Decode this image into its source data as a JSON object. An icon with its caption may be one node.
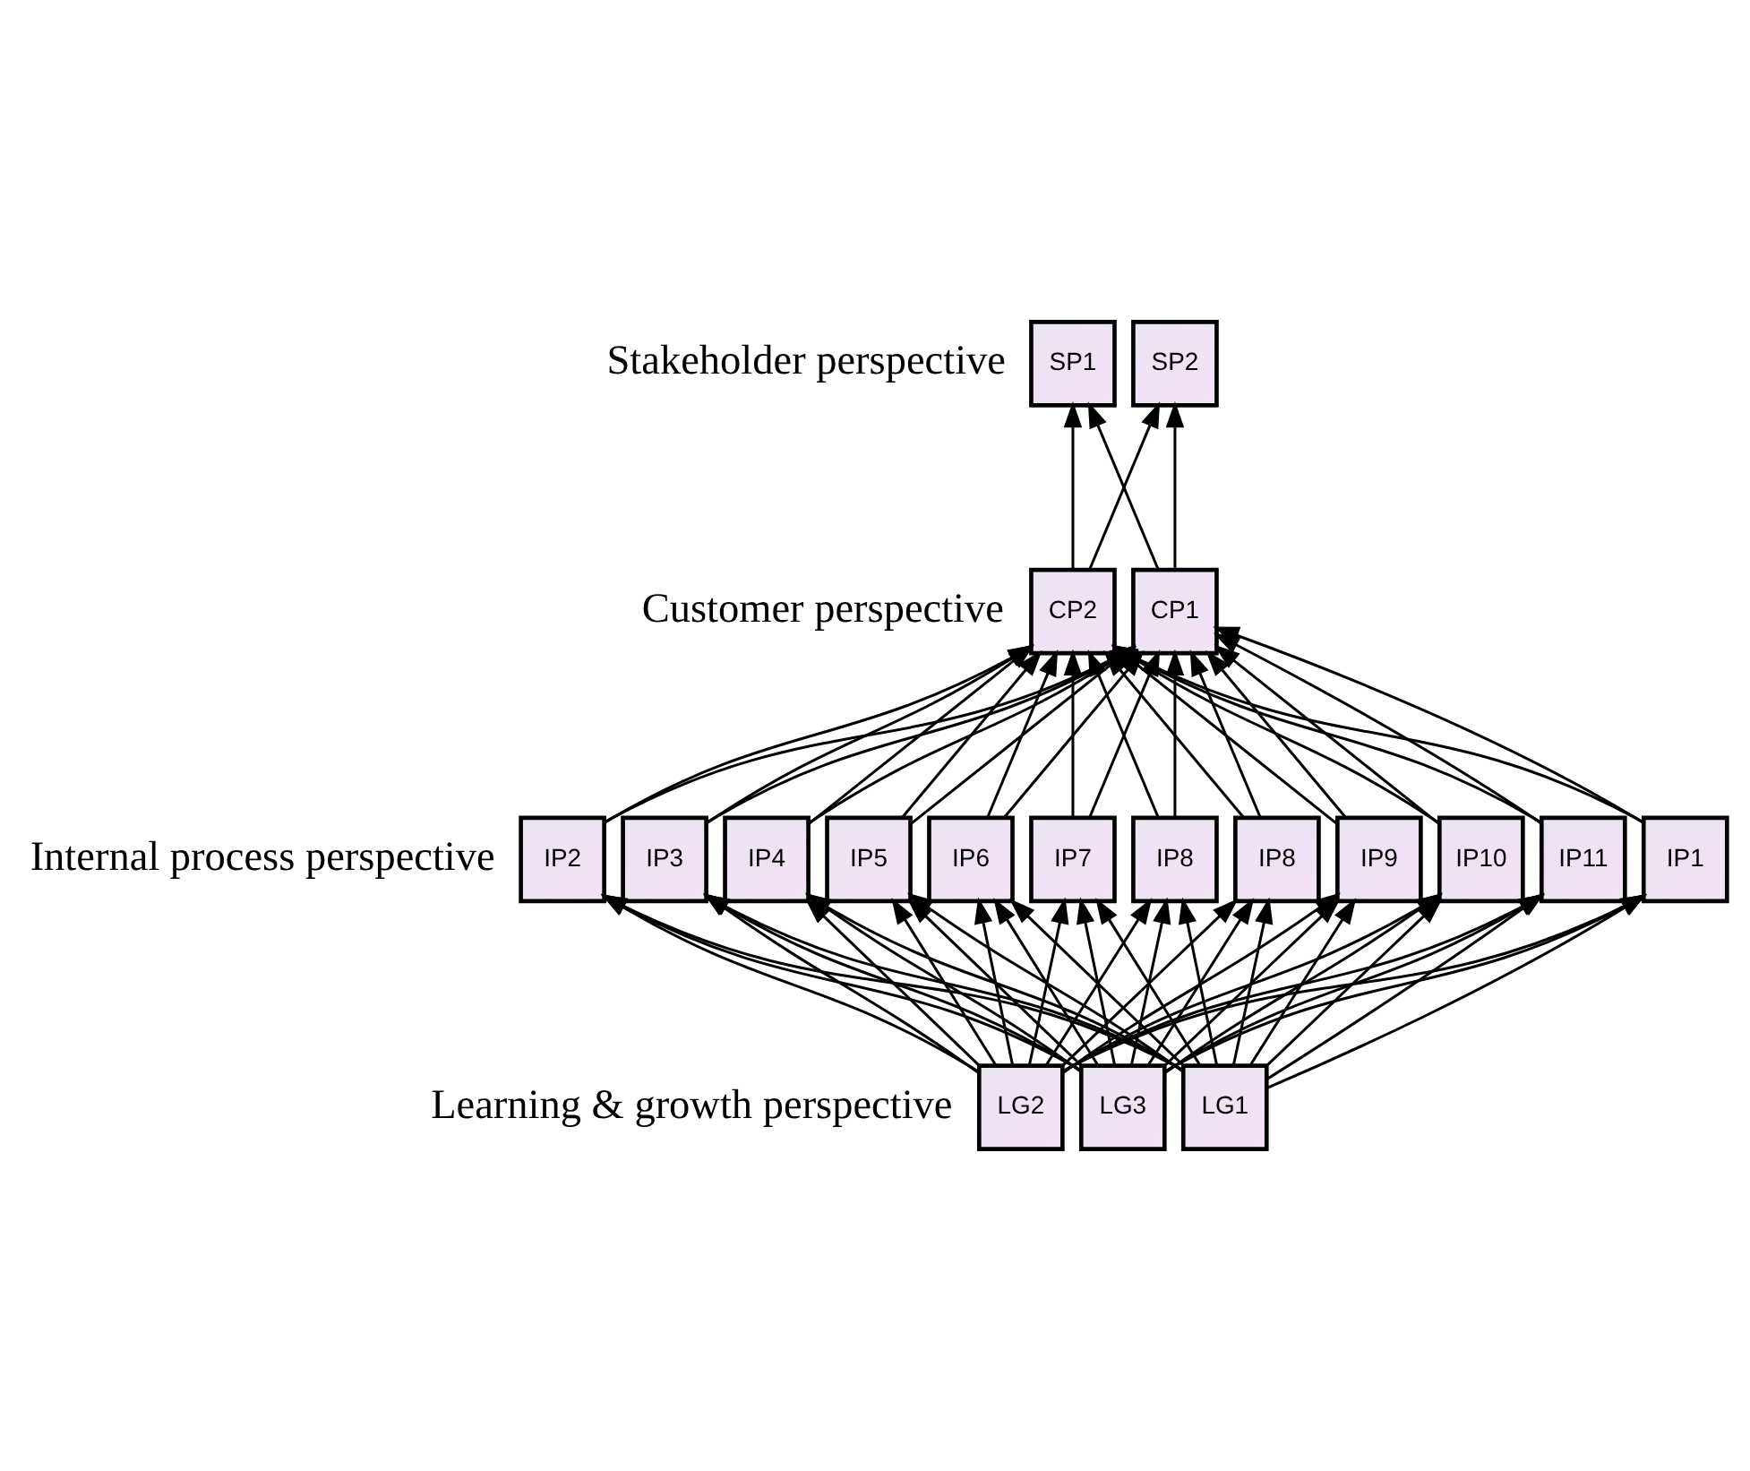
{
  "diagram": {
    "nodes": [
      {
        "text": [
          "SP1"
        ]
      },
      {
        "text": [
          "SP2"
        ]
      },
      {
        "text": [
          "CP1"
        ]
      },
      {
        "text": [
          "CP2"
        ]
      },
      {
        "text": [
          "IP1"
        ]
      },
      {
        "text": [
          "IP2"
        ]
      },
      {
        "text": [
          "IP3"
        ]
      },
      {
        "text": [
          "IP4"
        ]
      },
      {
        "text": [
          "IP5"
        ]
      },
      {
        "text": [
          "IP6"
        ]
      },
      {
        "text": [
          "IP7"
        ]
      },
      {
        "text": [
          "IP8"
        ]
      },
      {
        "text": [
          "IP8"
        ]
      },
      {
        "text": [
          "IP9"
        ]
      },
      {
        "text": [
          "IP10"
        ]
      },
      {
        "text": [
          "IP11"
        ]
      },
      {
        "text": [
          "LG1"
        ]
      },
      {
        "text": [
          "LG2"
        ]
      },
      {
        "text": [
          "LG3"
        ]
      }
    ],
    "edges": [
      {
        "from": 2,
        "to": 0,
        "arrow": "to"
      },
      {
        "from": 2,
        "to": 1,
        "arrow": "to"
      },
      {
        "from": 3,
        "to": 0,
        "arrow": "to"
      },
      {
        "from": 3,
        "to": 1,
        "arrow": "to"
      },
      {
        "from": 4,
        "to": 2,
        "arrow": "to"
      },
      {
        "from": 4,
        "to": 3,
        "arrow": "to"
      },
      {
        "from": 5,
        "to": 2,
        "arrow": "to"
      },
      {
        "from": 5,
        "to": 3,
        "arrow": "to"
      },
      {
        "from": 6,
        "to": 2,
        "arrow": "to"
      },
      {
        "from": 6,
        "to": 3,
        "arrow": "to"
      },
      {
        "from": 7,
        "to": 2,
        "arrow": "to"
      },
      {
        "from": 7,
        "to": 3,
        "arrow": "to"
      },
      {
        "from": 8,
        "to": 2,
        "arrow": "to"
      },
      {
        "from": 8,
        "to": 3,
        "arrow": "to"
      },
      {
        "from": 9,
        "to": 2,
        "arrow": "to"
      },
      {
        "from": 9,
        "to": 3,
        "arrow": "to"
      },
      {
        "from": 10,
        "to": 2,
        "arrow": "to"
      },
      {
        "from": 10,
        "to": 3,
        "arrow": "to"
      },
      {
        "from": 11,
        "to": 2,
        "arrow": "to"
      },
      {
        "from": 11,
        "to": 3,
        "arrow": "to"
      },
      {
        "from": 12,
        "to": 2,
        "arrow": "to"
      },
      {
        "from": 12,
        "to": 3,
        "arrow": "to"
      },
      {
        "from": 13,
        "to": 2,
        "arrow": "to"
      },
      {
        "from": 13,
        "to": 3,
        "arrow": "to"
      },
      {
        "from": 14,
        "to": 2,
        "arrow": "to"
      },
      {
        "from": 14,
        "to": 3,
        "arrow": "to"
      },
      {
        "from": 15,
        "to": 2,
        "arrow": "to"
      },
      {
        "from": 15,
        "to": 3,
        "arrow": "to"
      },
      {
        "from": 16,
        "to": 4,
        "arrow": "to"
      },
      {
        "from": 16,
        "to": 5,
        "arrow": "to"
      },
      {
        "from": 16,
        "to": 6,
        "arrow": "to"
      },
      {
        "from": 16,
        "to": 7,
        "arrow": "to"
      },
      {
        "from": 16,
        "to": 8,
        "arrow": "to"
      },
      {
        "from": 16,
        "to": 9,
        "arrow": "to"
      },
      {
        "from": 16,
        "to": 10,
        "arrow": "to"
      },
      {
        "from": 16,
        "to": 11,
        "arrow": "to"
      },
      {
        "from": 16,
        "to": 12,
        "arrow": "to"
      },
      {
        "from": 16,
        "to": 13,
        "arrow": "to"
      },
      {
        "from": 16,
        "to": 14,
        "arrow": "to"
      },
      {
        "from": 16,
        "to": 15,
        "arrow": "to"
      },
      {
        "from": 17,
        "to": 4,
        "arrow": "to"
      },
      {
        "from": 17,
        "to": 5,
        "arrow": "to"
      },
      {
        "from": 17,
        "to": 6,
        "arrow": "to"
      },
      {
        "from": 17,
        "to": 7,
        "arrow": "to"
      },
      {
        "from": 17,
        "to": 8,
        "arrow": "to"
      },
      {
        "from": 17,
        "to": 9,
        "arrow": "to"
      },
      {
        "from": 17,
        "to": 10,
        "arrow": "to"
      },
      {
        "from": 17,
        "to": 11,
        "arrow": "to"
      },
      {
        "from": 17,
        "to": 12,
        "arrow": "to"
      },
      {
        "from": 17,
        "to": 13,
        "arrow": "to"
      },
      {
        "from": 17,
        "to": 14,
        "arrow": "to"
      },
      {
        "from": 17,
        "to": 15,
        "arrow": "to"
      },
      {
        "from": 18,
        "to": 4,
        "arrow": "to"
      },
      {
        "from": 18,
        "to": 5,
        "arrow": "to"
      },
      {
        "from": 18,
        "to": 6,
        "arrow": "to"
      },
      {
        "from": 18,
        "to": 7,
        "arrow": "to"
      },
      {
        "from": 18,
        "to": 8,
        "arrow": "to"
      },
      {
        "from": 18,
        "to": 9,
        "arrow": "to"
      },
      {
        "from": 18,
        "to": 10,
        "arrow": "to"
      },
      {
        "from": 18,
        "to": 11,
        "arrow": "to"
      },
      {
        "from": 18,
        "to": 12,
        "arrow": "to"
      },
      {
        "from": 18,
        "to": 13,
        "arrow": "to"
      },
      {
        "from": 18,
        "to": 14,
        "arrow": "to"
      },
      {
        "from": 18,
        "to": 15,
        "arrow": "to"
      }
    ],
    "labels": [
      "Stakeholder perspective",
      "Customer perspective",
      "Internal process perspective",
      "Learning & growth perspective"
    ]
  }
}
